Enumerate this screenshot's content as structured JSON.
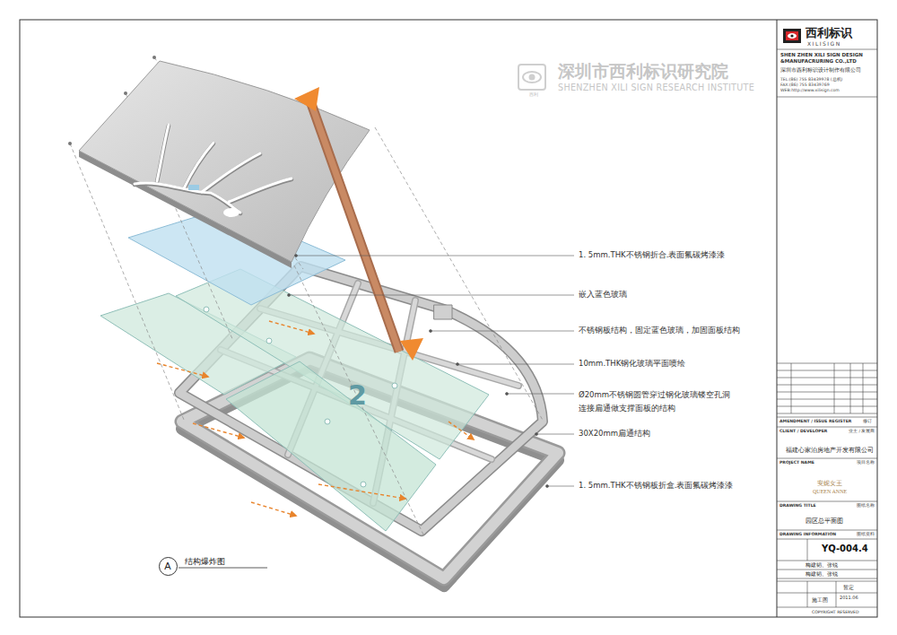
{
  "diagram": {
    "nodes": [
      {
        "text": [
          "A"
        ]
      }
    ],
    "labels": [
      "深圳市西利标识研究院",
      "SHENZHEN XILI SIGN RESEARCH INSTITUTE",
      "1. 5mm.THK不锈钢折合.表面氟碳烤漆漆",
      "嵌入蓝色玻璃",
      "不锈钢板结构，固定蓝色玻璃，加固面板结构",
      "10mm.THK钢化玻璃平面喷绘",
      "Ø20mm不锈钢圆管穿过钢化玻璃镂空孔洞 连接扁通做支撑面板的结构",
      "30X20mm扁通结构",
      "1. 5mm.THK不锈钢板折盒.表面氟碳烤漆漆",
      "结构爆炸图",
      "2",
      "西利标识",
      "XILISIGN",
      "SHEN ZHEN XILI SIGN DESIGN &MANUFACRURING CO.,LTD",
      "深圳市西利标识设计制作有限公司",
      "TEL:(86) 755 83439978 (总机)",
      "FAX:(86) 755 83439769",
      "WEB:http://www.xilisign.com",
      "AMENDMENT / ISSUE REGISTER",
      "修订",
      "CLIENT / DEVELOPER",
      "业主 / 发展商",
      "福建心家泊房地产开发有限公司",
      "PROJECT NAME",
      "项目名称",
      "安妮女王",
      "QUEEN ANNE",
      "DRAWING TITLE",
      "图纸名称",
      "园区总平面图",
      "DRAWING INFORMATION",
      "图纸资料",
      "YQ-004.4",
      "梅建韬、张锐",
      "梅建韬、张锐",
      "2011.06",
      "施工图",
      "暂定",
      "COPYRIGHT RESERVED",
      "西利"
    ]
  }
}
